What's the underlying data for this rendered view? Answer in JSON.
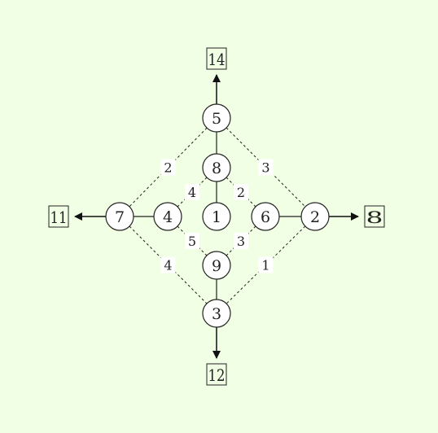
{
  "colors": {
    "background": "#f1ffe5",
    "stroke": "#222222",
    "node_fill": "#ffffff",
    "label_bg": "#ffffff"
  },
  "diagram": {
    "nodes": [
      {
        "id": "n5",
        "label": "5"
      },
      {
        "id": "n8",
        "label": "8"
      },
      {
        "id": "n1",
        "label": "1"
      },
      {
        "id": "n7",
        "label": "7"
      },
      {
        "id": "n4",
        "label": "4"
      },
      {
        "id": "n6",
        "label": "6"
      },
      {
        "id": "n2",
        "label": "2"
      },
      {
        "id": "n9",
        "label": "9"
      },
      {
        "id": "n3",
        "label": "3"
      }
    ],
    "boxes": [
      {
        "id": "b14",
        "label": "14"
      },
      {
        "id": "b11",
        "label": "11"
      },
      {
        "id": "b8",
        "label": "8"
      },
      {
        "id": "b12",
        "label": "12"
      }
    ],
    "solid_edges": [
      {
        "from": "n5",
        "to": "n8"
      },
      {
        "from": "n8",
        "to": "n1"
      },
      {
        "from": "n7",
        "to": "n4"
      },
      {
        "from": "n6",
        "to": "n2"
      },
      {
        "from": "n9",
        "to": "n3"
      }
    ],
    "arrows": [
      {
        "from": "n5",
        "to": "b14"
      },
      {
        "from": "n7",
        "to": "b11"
      },
      {
        "from": "n2",
        "to": "b8"
      },
      {
        "from": "n3",
        "to": "b12"
      }
    ],
    "dashed_edges": [
      {
        "from": "n5",
        "to": "n7",
        "label": "2"
      },
      {
        "from": "n5",
        "to": "n2",
        "label": "3"
      },
      {
        "from": "n7",
        "to": "n3",
        "label": "4"
      },
      {
        "from": "n2",
        "to": "n3",
        "label": "1"
      },
      {
        "from": "n8",
        "to": "n4",
        "label": "4"
      },
      {
        "from": "n8",
        "to": "n6",
        "label": "2"
      },
      {
        "from": "n4",
        "to": "n9",
        "label": "5"
      },
      {
        "from": "n6",
        "to": "n9",
        "label": "3"
      }
    ]
  }
}
